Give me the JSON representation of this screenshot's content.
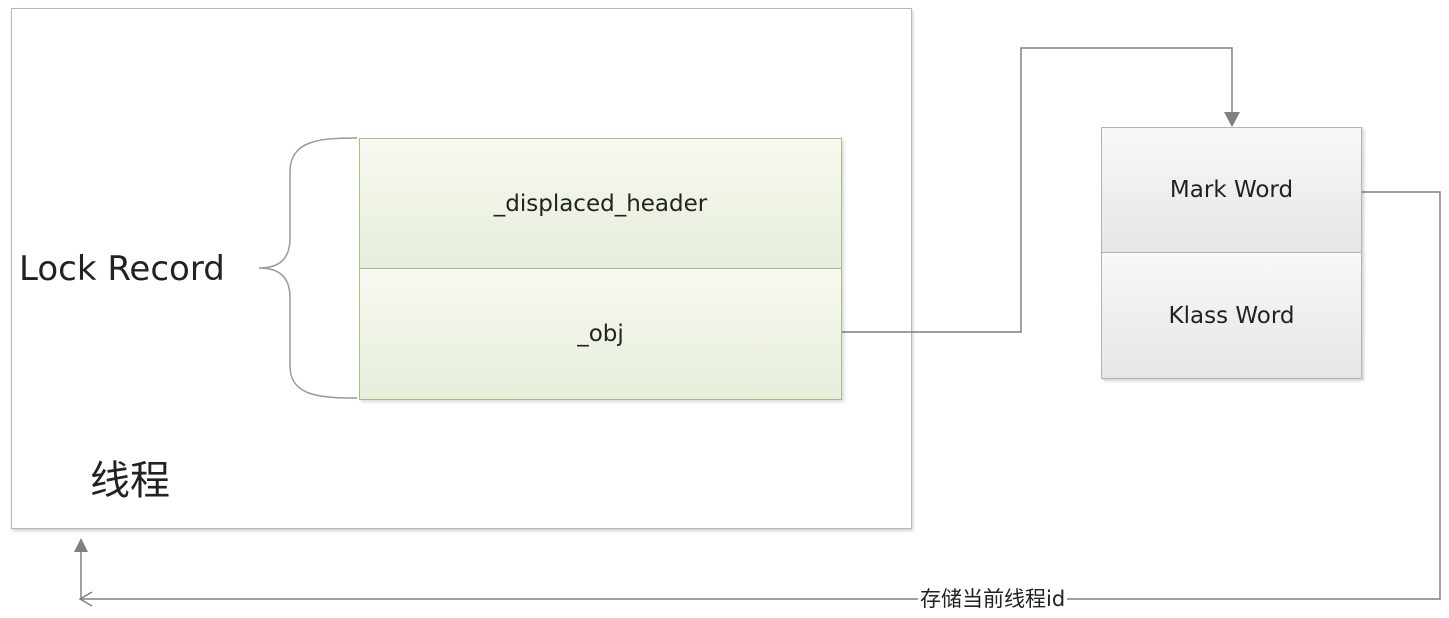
{
  "thread": {
    "label": "线程"
  },
  "lock_record": {
    "label": "Lock Record",
    "fields": [
      "_displaced_header",
      "_obj"
    ]
  },
  "object_header": {
    "fields": [
      "Mark Word",
      "Klass Word"
    ]
  },
  "edges": {
    "store_thread_id_label": "存储当前线程id"
  },
  "colors": {
    "record_fill": "#eef3e6",
    "record_border": "#a9bb88",
    "header_fill": "#eeeeee",
    "header_border": "#b3b3b3",
    "connector": "#808080"
  }
}
